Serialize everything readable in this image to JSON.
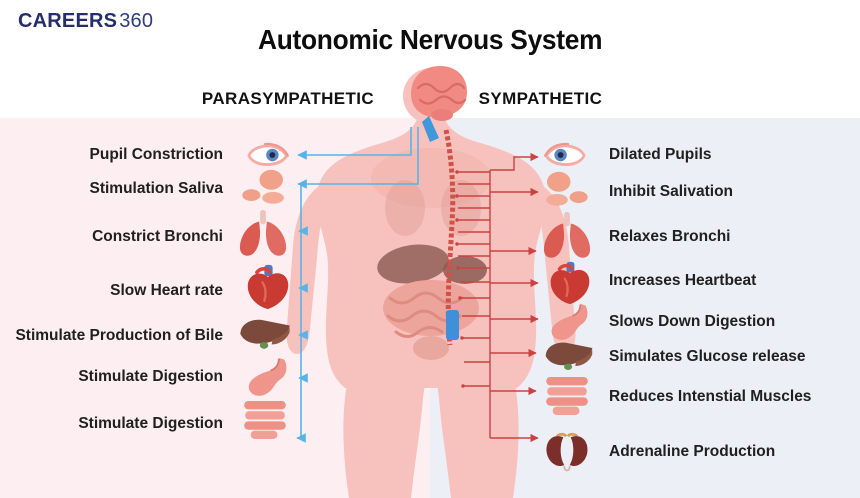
{
  "logo": {
    "brand": "CAREERS",
    "suffix": "360"
  },
  "title": "Autonomic Nervous System",
  "headers": {
    "parasympathetic": "PARASYMPATHETIC",
    "sympathetic": "SYMPATHETIC"
  },
  "parasympathetic": {
    "side": "left",
    "line_color": "#58b4e6",
    "items": [
      {
        "label": "Pupil Constriction",
        "icon": "eye-icon"
      },
      {
        "label": "Stimulation Saliva",
        "icon": "salivary-glands-icon"
      },
      {
        "label": "Constrict Bronchi",
        "icon": "lungs-icon"
      },
      {
        "label": "Slow Heart rate",
        "icon": "heart-icon"
      },
      {
        "label": "Stimulate Production of Bile",
        "icon": "liver-icon"
      },
      {
        "label": "Stimulate Digestion",
        "icon": "stomach-icon"
      },
      {
        "label": "Stimulate Digestion",
        "icon": "intestine-icon"
      }
    ]
  },
  "sympathetic": {
    "side": "right",
    "line_color": "#c94343",
    "items": [
      {
        "label": "Dilated Pupils",
        "icon": "eye-icon"
      },
      {
        "label": "Inhibit Salivation",
        "icon": "salivary-glands-icon"
      },
      {
        "label": "Relaxes Bronchi",
        "icon": "lungs-icon"
      },
      {
        "label": "Increases Heartbeat",
        "icon": "heart-icon"
      },
      {
        "label": "Slows Down Digestion",
        "icon": "stomach-icon"
      },
      {
        "label": "Simulates Glucose release",
        "icon": "liver-icon"
      },
      {
        "label": "Reduces Intenstial Muscles",
        "icon": "intestine-icon"
      },
      {
        "label": "Adrenaline Production",
        "icon": "kidneys-icon"
      }
    ]
  },
  "colors": {
    "left_background": "#fdeff1",
    "right_background": "#edeff7",
    "parasympathetic_line": "#58b4e6",
    "sympathetic_line": "#c94343",
    "logo_navy": "#232e6a",
    "body_skin": "#f7c2bd",
    "brain_pink": "#f08a83"
  }
}
